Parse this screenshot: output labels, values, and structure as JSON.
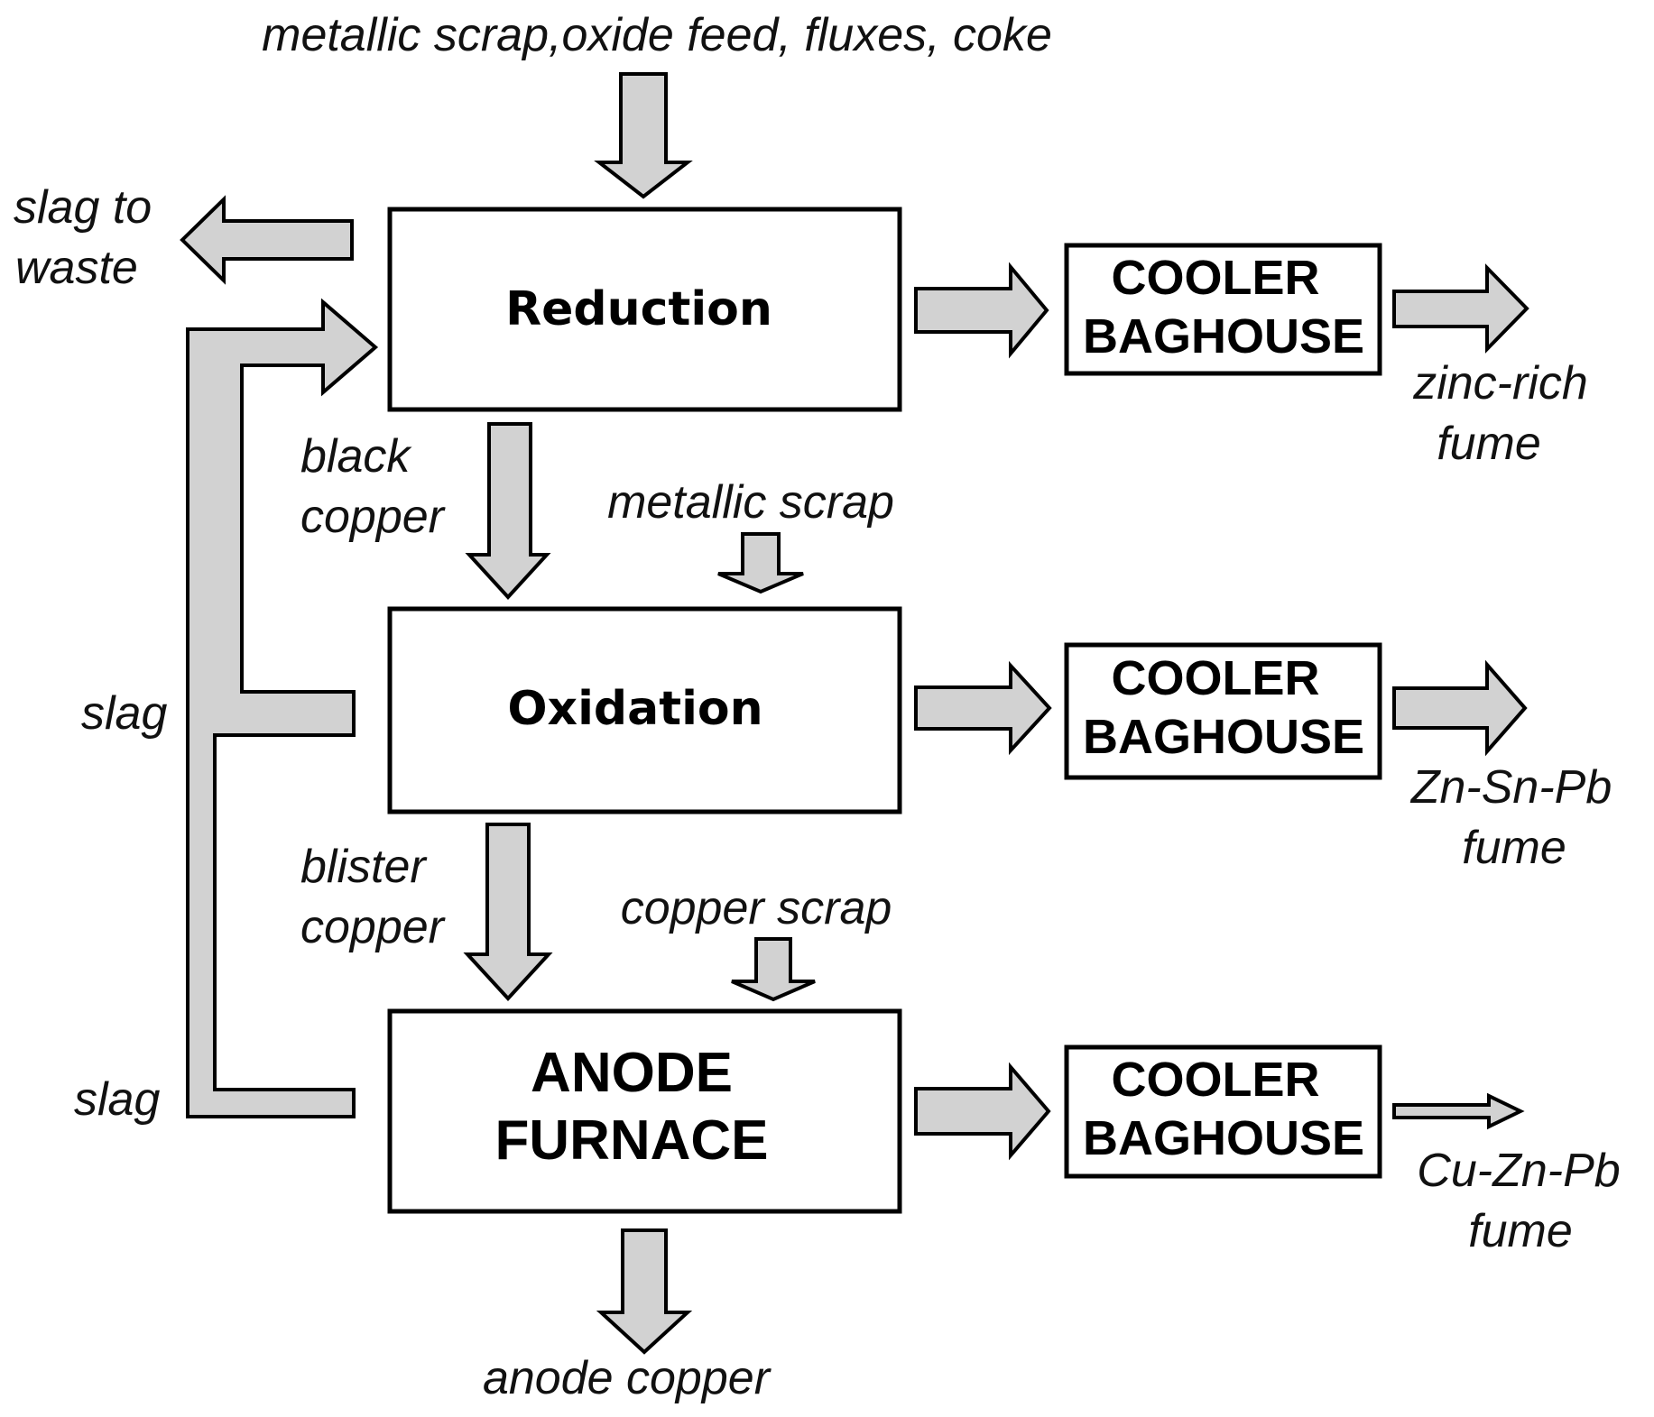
{
  "inputs": {
    "top_feed": "metallic scrap,oxide feed, fluxes, coke",
    "oxidation_feed": "metallic scrap",
    "anode_feed": "copper scrap"
  },
  "processes": {
    "reduction": "Reduction",
    "oxidation": "Oxidation",
    "anode_line1": "ANODE",
    "anode_line2": "FURNACE"
  },
  "cooler": {
    "line1": "COOLER",
    "line2": "BAGHOUSE"
  },
  "streams": {
    "slag_waste_line1": "slag to",
    "slag_waste_line2": "waste",
    "black_copper_line1": "black",
    "black_copper_line2": "copper",
    "blister_copper_line1": "blister",
    "blister_copper_line2": "copper",
    "slag_oxidation": "slag",
    "slag_anode": "slag",
    "anode_copper": "anode copper"
  },
  "fumes": {
    "f1_line1": "zinc-rich",
    "f1_line2": "fume",
    "f2_line1": "Zn-Sn-Pb",
    "f2_line2": "fume",
    "f3_line1": "Cu-Zn-Pb",
    "f3_line2": "fume"
  },
  "colors": {
    "arrow_fill": "#d2d2d2",
    "outline": "#000000",
    "background": "#ffffff"
  }
}
